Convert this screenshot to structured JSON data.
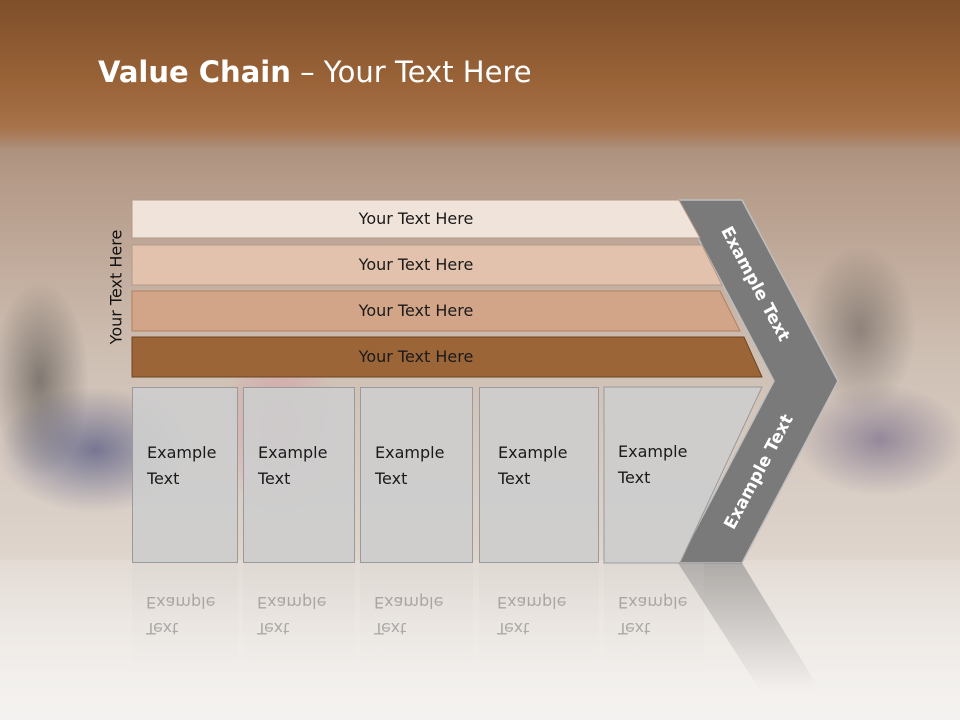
{
  "slide": {
    "title_bold": "Value Chain",
    "title_rest": " – Your Text Here",
    "vertical_label": "Your Text Here"
  },
  "rows": [
    {
      "label": "Your Text Here",
      "color": "#f0e3da"
    },
    {
      "label": "Your Text Here",
      "color": "#e2c2ac"
    },
    {
      "label": "Your Text Here",
      "color": "#d3a588"
    },
    {
      "label": "Your Text Here",
      "color": "#9b6538"
    }
  ],
  "cells": [
    {
      "line1": "Example",
      "line2": "Text"
    },
    {
      "line1": "Example",
      "line2": "Text"
    },
    {
      "line1": "Example",
      "line2": "Text"
    },
    {
      "line1": "Example",
      "line2": "Text"
    },
    {
      "line1": "Example",
      "line2": "Text"
    }
  ],
  "chevron": {
    "upper_label": "Example Text",
    "lower_label": "Example Text",
    "color": "#7a7a7a"
  }
}
